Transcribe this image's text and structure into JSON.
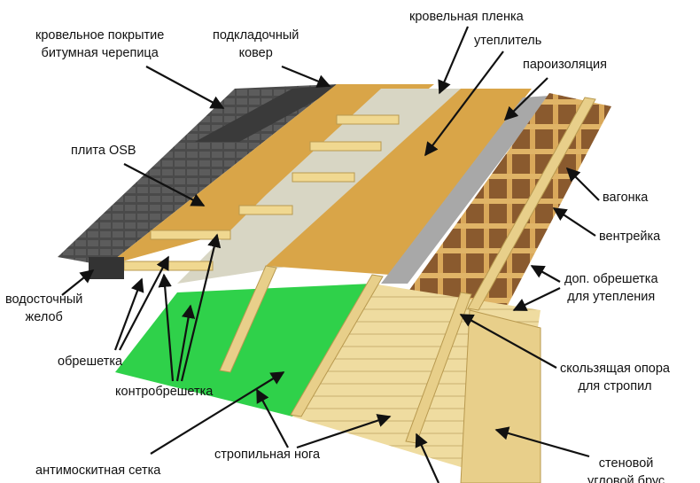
{
  "title": "Roof structure diagram",
  "labels": {
    "roof_covering_1": "кровельное покрытие",
    "roof_covering_2": "битумная черепица",
    "underlay_1": "подкладочный",
    "underlay_2": "ковер",
    "roof_membrane": "кровельная пленка",
    "insulation": "утеплитель",
    "vapor_barrier": "пароизоляция",
    "osb": "плита OSB",
    "lining": "вагонка",
    "vent_batten": "вентрейка",
    "extra_batten_1": "доп. обрешетка",
    "extra_batten_2": "для утепления",
    "gutter_1": "водосточный",
    "gutter_2": "желоб",
    "battens": "обрешетка",
    "counter_battens": "контробрешетка",
    "sliding_support_1": "скользящая опора",
    "sliding_support_2": "для стропил",
    "rafter": "стропильная нога",
    "mosquito_net": "антимоскитная сетка",
    "wall_beam_1": "стеновой",
    "wall_beam_2": "угловой брус"
  },
  "colors": {
    "shingle": "#4a4a4a",
    "osb": "#d9a548",
    "membrane": "#d8d6c4",
    "insulation": "#d9a548",
    "vapor": "#a8a8a8",
    "wood": "#e8cf8a",
    "mesh": "#2fd14a"
  }
}
